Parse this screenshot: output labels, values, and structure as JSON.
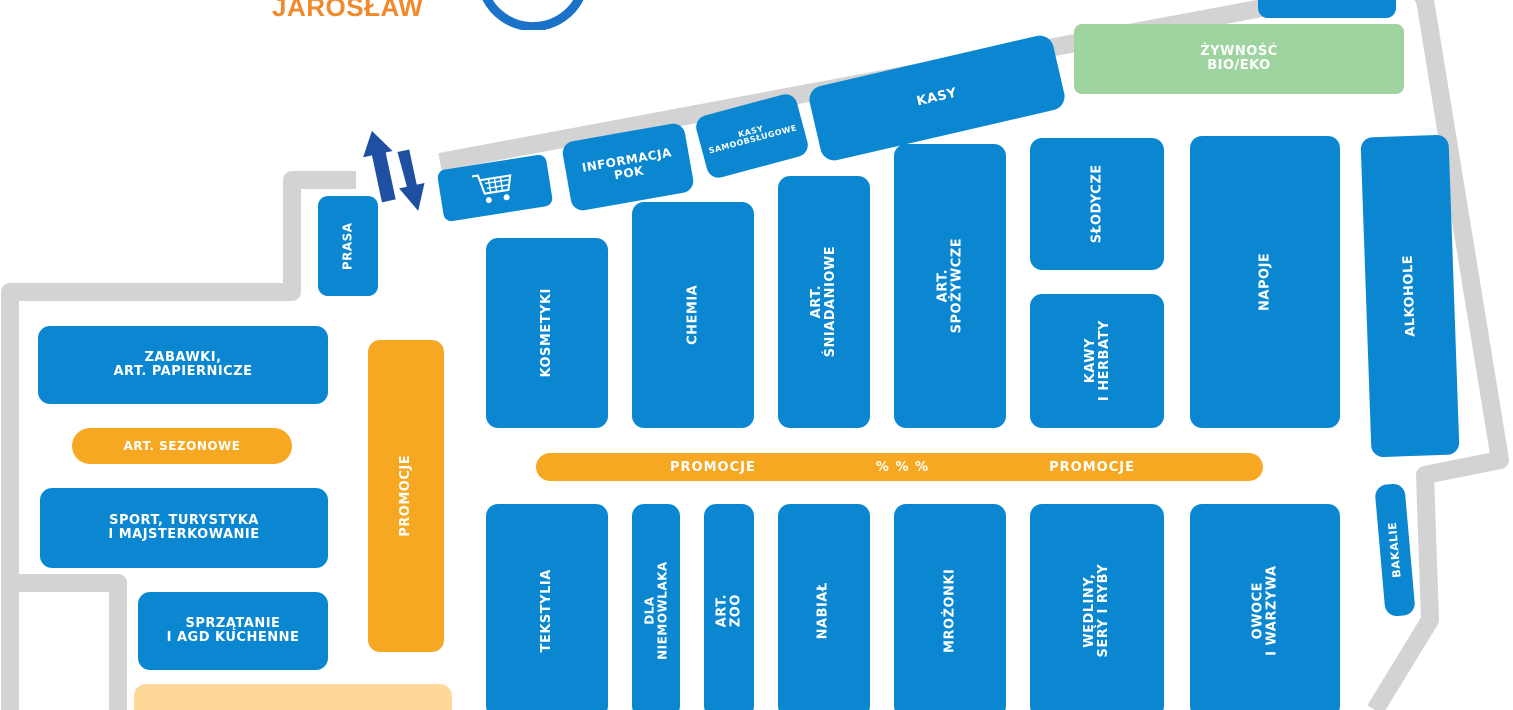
{
  "store": {
    "name": "JAROSŁAW"
  },
  "colors": {
    "department": "#0b87d2",
    "promotion": "#f7a823",
    "organic": "#9fd39f",
    "wall": "#d3d3d3",
    "entrance_arrows": "#1f4fa0"
  },
  "icons": {
    "cart": "shopping-cart-icon",
    "entrance": "entrance-exit-arrows-icon",
    "logo": "store-logo-icon"
  },
  "front": {
    "cart_station": "",
    "info": "INFORMACJA\nPOK",
    "self_checkout": "KASY\nSAMOOBSŁUGOWE",
    "checkouts": "KASY",
    "organic": "ŻYWNOŚĆ\nBIO/EKO",
    "press": "PRASA"
  },
  "left": {
    "toys": "ZABAWKI,\nART. PAPIERNICZE",
    "seasonal": "ART. SEZONOWE",
    "sport": "SPORT, TURYSTYKA\nI MAJSTERKOWANIE",
    "cleaning": "SPRZĄTANIE\nI AGD KUCHENNE",
    "promo_column": "PROMOCJE"
  },
  "aisles_top": {
    "cosmetics": "KOSMETYKI",
    "chemicals": "CHEMIA",
    "breakfast": "ART. ŚNIADANIOWE",
    "groceries": "ART. SPOŻYWCZE",
    "sweets": "SŁODYCZE",
    "coffee_tea": "KAWY\nI HERBATY",
    "drinks": "NAPOJE",
    "alcohol": "ALKOHOLE"
  },
  "promo_bar": {
    "left": "PROMOCJE",
    "middle": "% % %",
    "right": "PROMOCJE"
  },
  "aisles_bottom": {
    "textiles": "TEKSTYLIA",
    "baby": "DLA NIEMOWLAKA",
    "pets": "ART. ZOO",
    "dairy": "NABIAŁ",
    "frozen": "MROŻONKI",
    "meat_fish": "WĘDLINY,\nSERY I RYBY",
    "produce": "OWOCE\nI WARZYWA",
    "nuts": "BAKALIE"
  }
}
